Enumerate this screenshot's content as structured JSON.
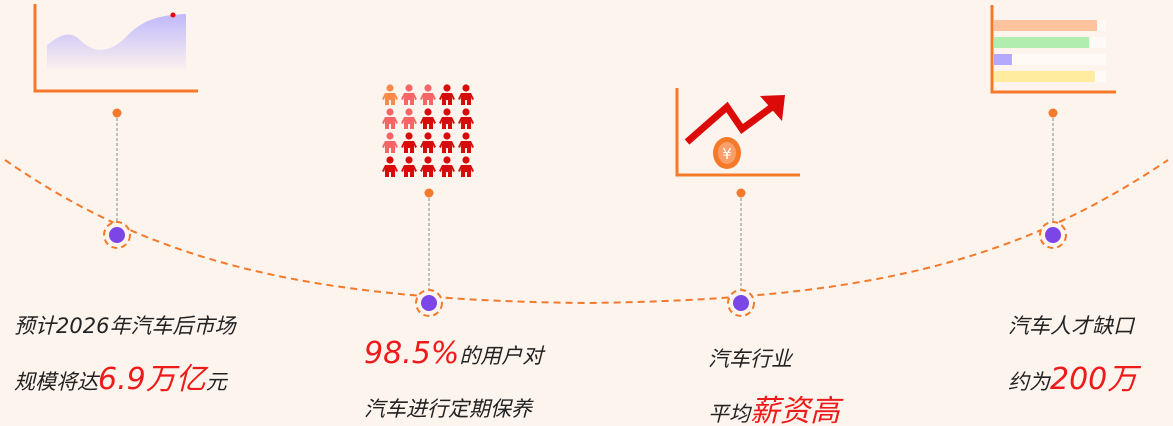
{
  "colors": {
    "accent": "#f47a2a",
    "node": "#7b45e8",
    "highlight": "#ee1b1b"
  },
  "items": [
    {
      "line1": "预计2026年汽车后市场",
      "line2_pre": "规模将达",
      "highlight": "6.9万亿",
      "line2_post": "元",
      "icon": "area-chart-icon"
    },
    {
      "highlight": "98.5%",
      "line1_post": "的用户对",
      "line2": "汽车进行定期保养",
      "icon": "people-grid-icon"
    },
    {
      "line1": "汽车行业",
      "line2_pre": "平均",
      "highlight": "薪资高",
      "icon": "rising-arrow-yuan-icon"
    },
    {
      "line1": "汽车人才缺口",
      "line2_pre": "约为",
      "highlight": "200万",
      "icon": "bar-chart-icon"
    }
  ],
  "people_grid": [
    [
      "o",
      "p",
      "p",
      "r",
      "r"
    ],
    [
      "p",
      "p",
      "r",
      "r",
      "r"
    ],
    [
      "p",
      "r",
      "r",
      "r",
      "r"
    ],
    [
      "r",
      "r",
      "r",
      "r",
      "r"
    ]
  ],
  "bar_chart": {
    "values": [
      0.92,
      0.85,
      0.16,
      0.9
    ],
    "colors": [
      "#ffc49e",
      "#b2edb0",
      "#b3a8fb",
      "#ffec9e"
    ]
  }
}
